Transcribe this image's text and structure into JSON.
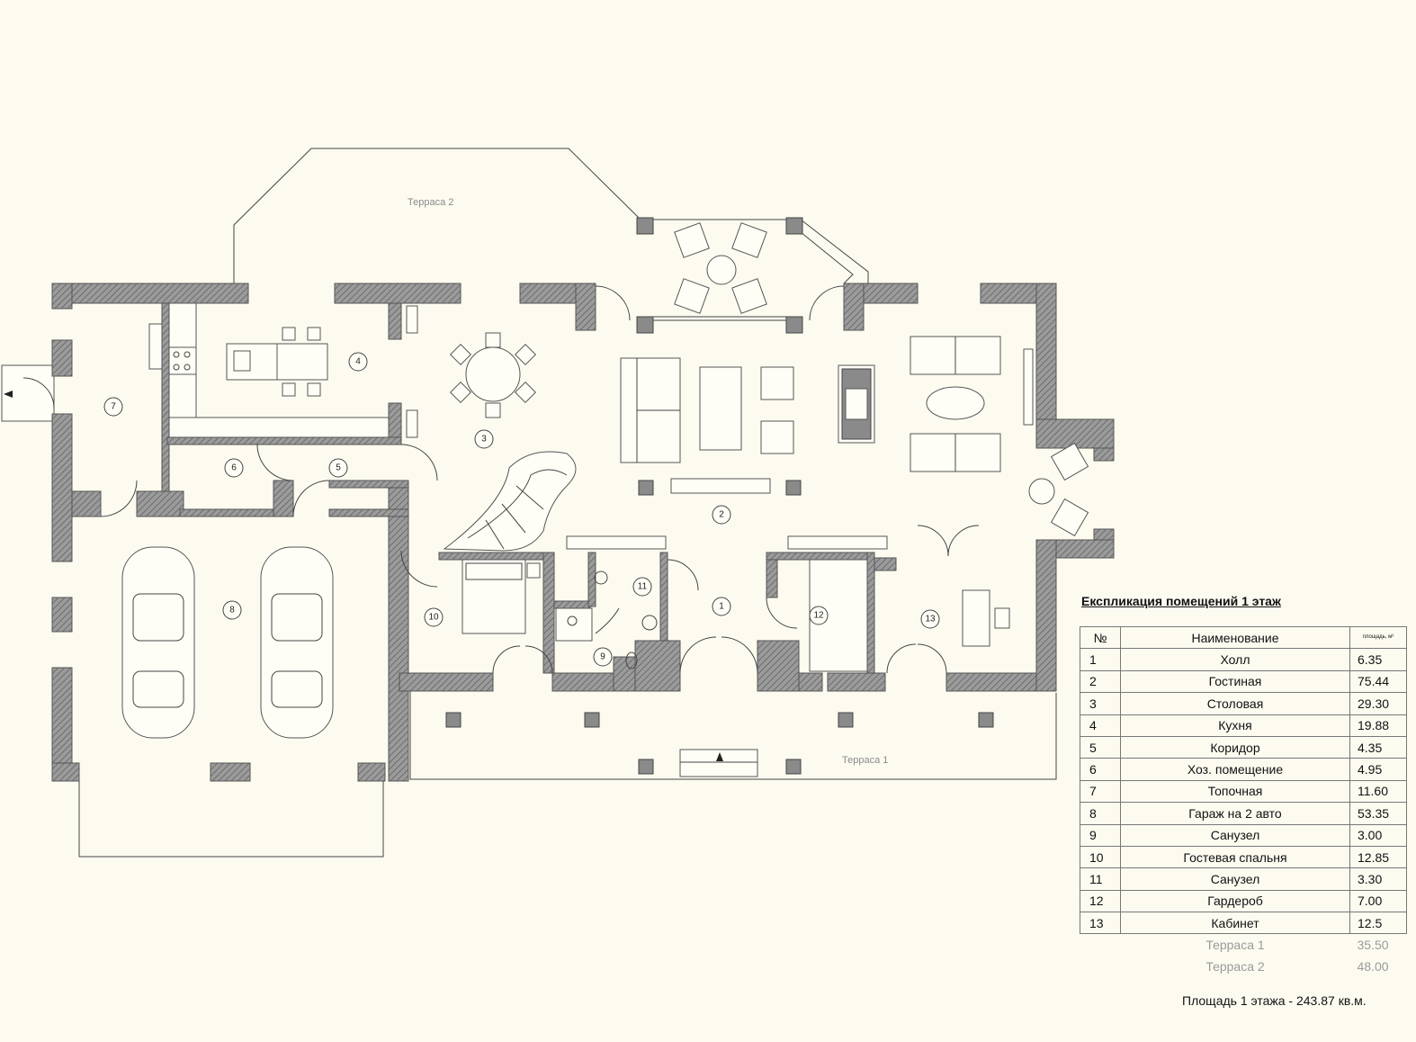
{
  "terraces": {
    "terrace1_label": "Терраса 1",
    "terrace2_label": "Терраса 2"
  },
  "room_markers": [
    "1",
    "2",
    "3",
    "4",
    "5",
    "6",
    "7",
    "8",
    "9",
    "10",
    "11",
    "12",
    "13"
  ],
  "explication": {
    "title": "Експликация помещений  1 этаж",
    "headers": {
      "num": "№",
      "name": "Наименование",
      "area": "площадь, м²"
    },
    "rows": [
      {
        "num": "1",
        "name": "Холл",
        "area": "6.35"
      },
      {
        "num": "2",
        "name": "Гостиная",
        "area": "75.44"
      },
      {
        "num": "3",
        "name": "Столовая",
        "area": "29.30"
      },
      {
        "num": "4",
        "name": "Кухня",
        "area": "19.88"
      },
      {
        "num": "5",
        "name": "Коридор",
        "area": "4.35"
      },
      {
        "num": "6",
        "name": "Хоз. помещение",
        "area": "4.95"
      },
      {
        "num": "7",
        "name": "Топочная",
        "area": "11.60"
      },
      {
        "num": "8",
        "name": "Гараж на 2 авто",
        "area": "53.35"
      },
      {
        "num": "9",
        "name": "Санузел",
        "area": "3.00"
      },
      {
        "num": "10",
        "name": "Гостевая спальня",
        "area": "12.85"
      },
      {
        "num": "11",
        "name": "Санузел",
        "area": "3.30"
      },
      {
        "num": "12",
        "name": "Гардероб",
        "area": "7.00"
      },
      {
        "num": "13",
        "name": "Кабинет",
        "area": "12.5"
      }
    ],
    "extra_rows": [
      {
        "name": "Терраса 1",
        "area": "35.50"
      },
      {
        "name": "Терраса 2",
        "area": "48.00"
      }
    ],
    "total": "Площадь 1 этажа - 243.87 кв.м."
  }
}
